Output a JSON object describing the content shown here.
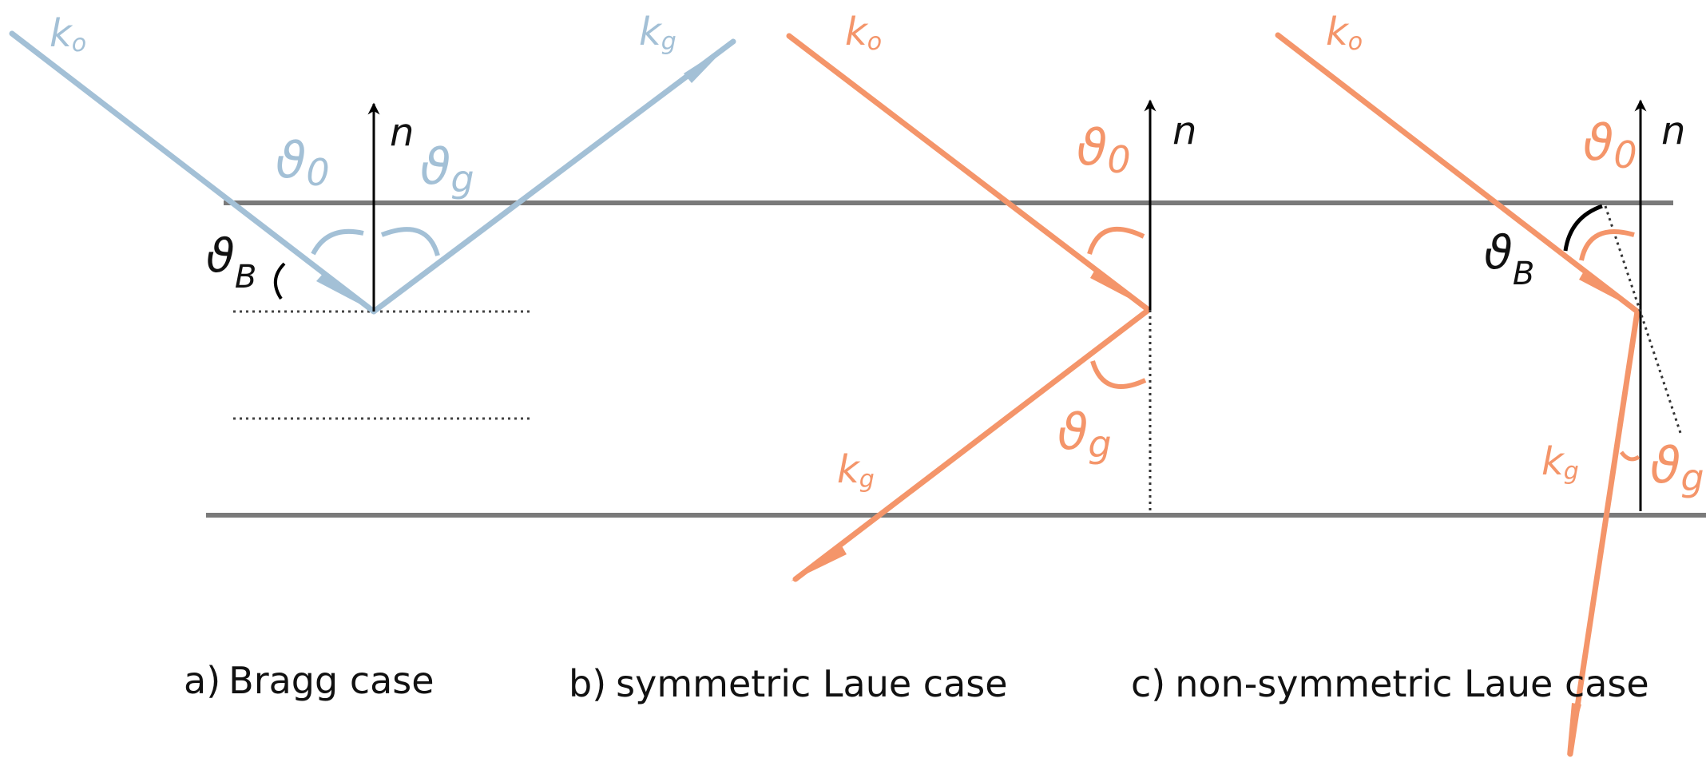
{
  "colors": {
    "bragg": "#a3c0d6",
    "laue": "#f4956a",
    "surface": "#7a7a7a",
    "normal": "#000000",
    "planes": "#444444"
  },
  "panels": {
    "a": {
      "caption_letter": "a)",
      "caption_text": "Bragg case",
      "k0": "k",
      "k0_sub": "o",
      "kg": "k",
      "kg_sub": "g",
      "theta0": "ϑ",
      "theta0_sub": "0",
      "thetag": "ϑ",
      "thetag_sub": "g",
      "thetaB": "ϑ",
      "thetaB_sub": "B",
      "normal": "n"
    },
    "b": {
      "caption_letter": "b)",
      "caption_text": "symmetric Laue case",
      "k0": "k",
      "k0_sub": "o",
      "kg": "k",
      "kg_sub": "g",
      "theta0": "ϑ",
      "theta0_sub": "0",
      "thetag": "ϑ",
      "thetag_sub": "g",
      "normal": "n"
    },
    "c": {
      "caption_letter": "c)",
      "caption_text": "non-symmetric Laue case",
      "k0": "k",
      "k0_sub": "o",
      "kg": "k",
      "kg_sub": "g",
      "theta0": "ϑ",
      "theta0_sub": "0",
      "thetag": "ϑ",
      "thetag_sub": "g",
      "thetaB": "ϑ",
      "thetaB_sub": "B",
      "normal": "n"
    }
  }
}
